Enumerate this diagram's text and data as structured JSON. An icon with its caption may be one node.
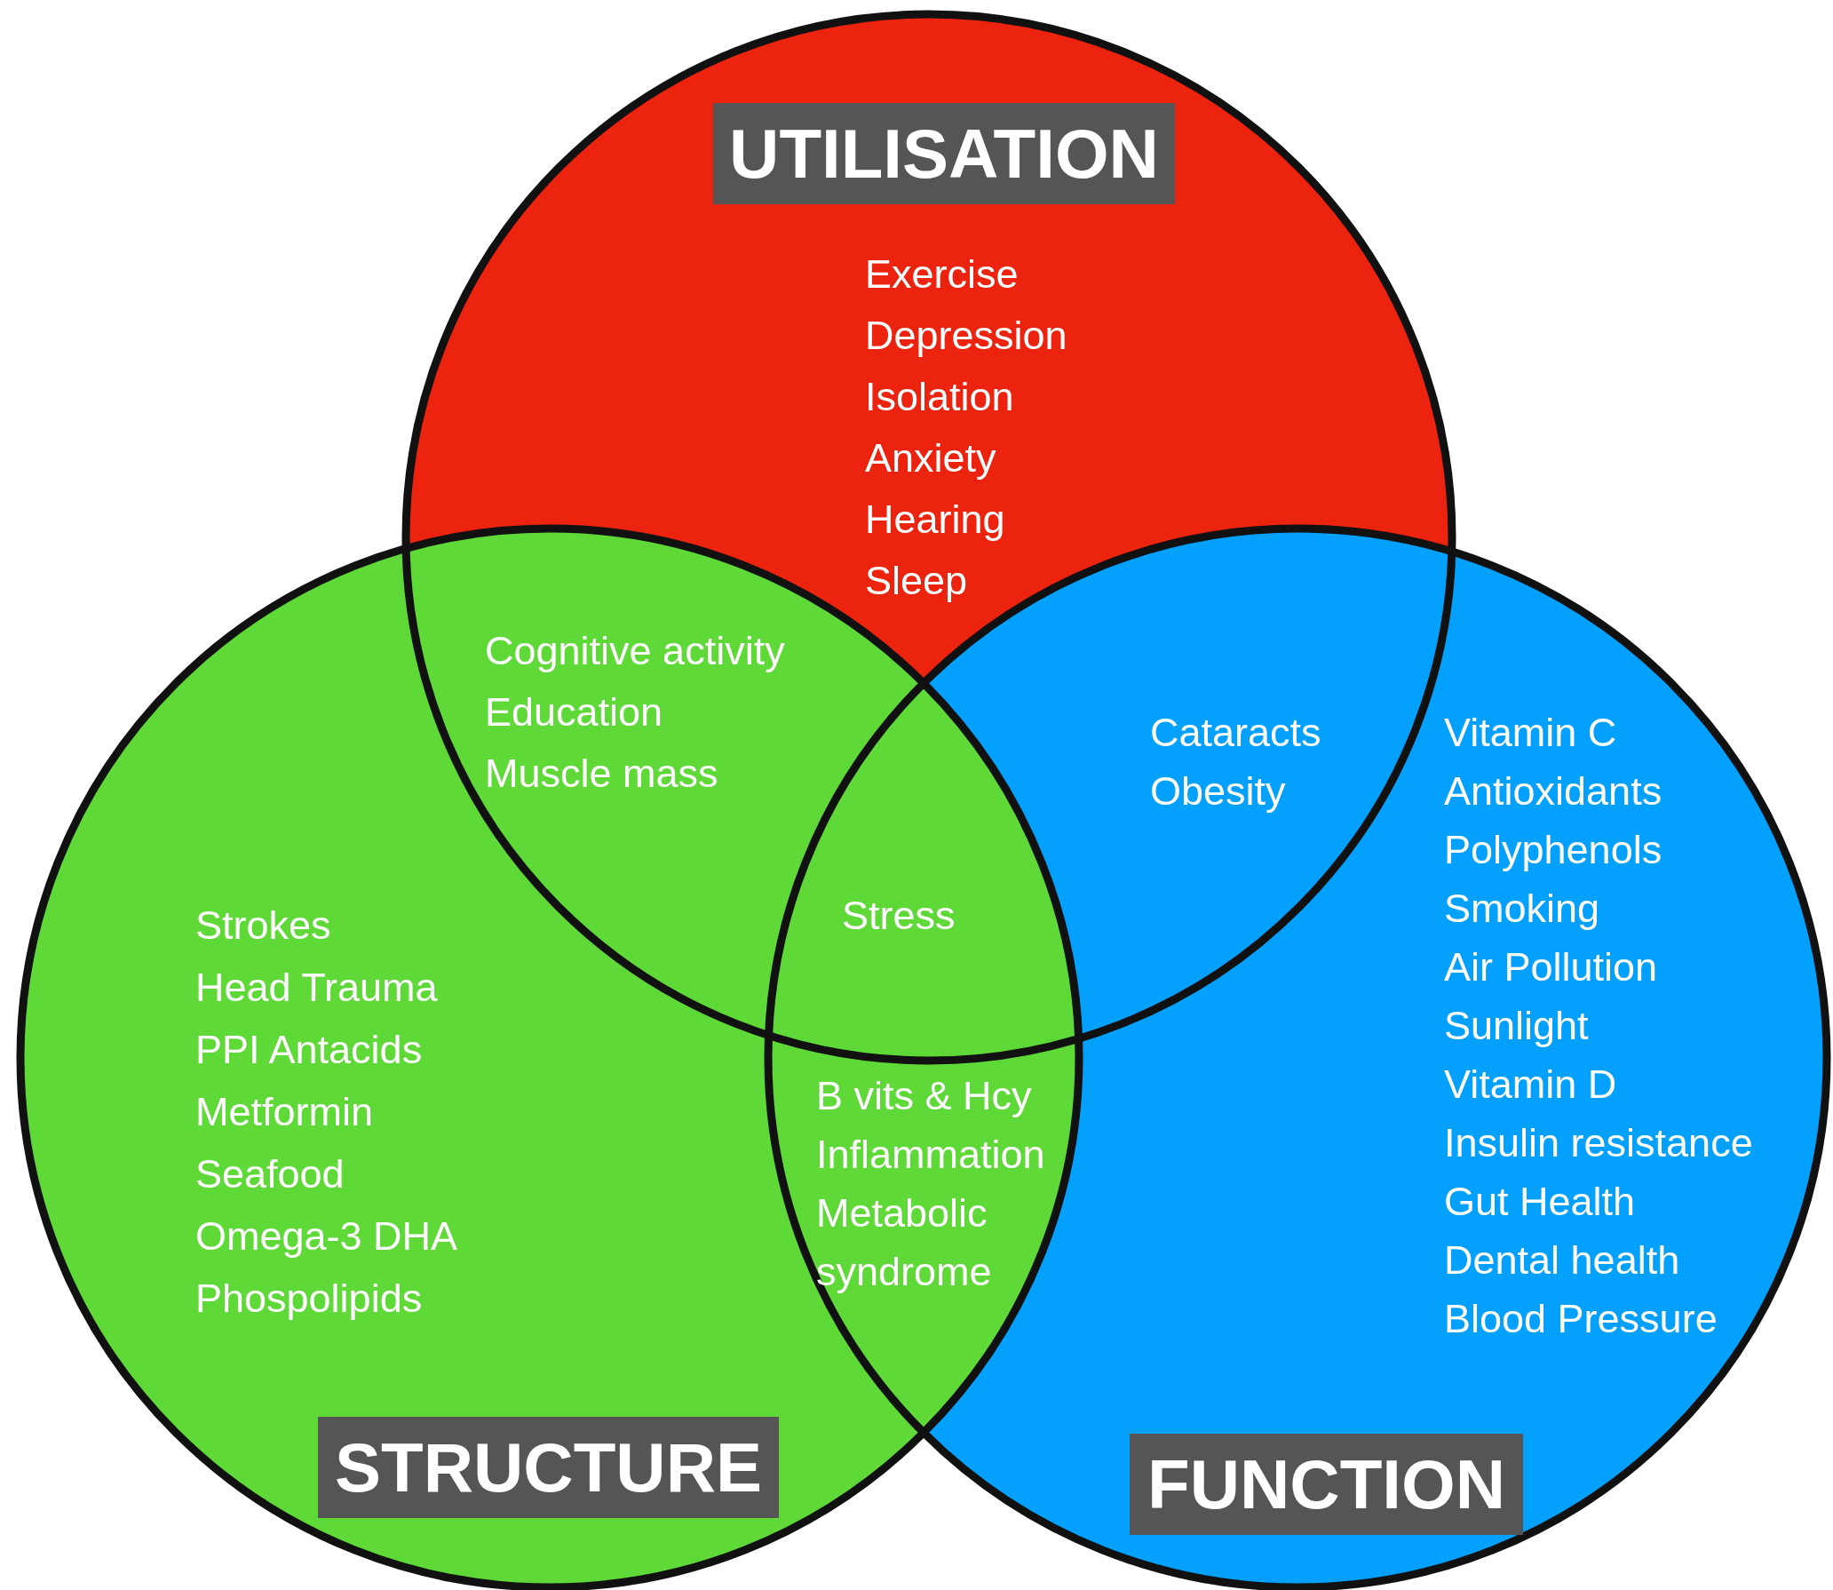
{
  "diagram": {
    "nodes": [
      {
        "text": [
          "UTILISATION",
          "Exercise",
          "Depression",
          "Isolation",
          "Anxiety",
          "Hearing",
          "Sleep"
        ]
      },
      {
        "text": [
          "STRUCTURE",
          "Strokes",
          "Head Trauma",
          "PPI Antacids",
          "Metformin",
          "Seafood",
          "Omega-3 DHA",
          "Phospolipids"
        ]
      },
      {
        "text": [
          "FUNCTION",
          "Vitamin C",
          "Antioxidants",
          "Polyphenols",
          "Smoking",
          "Air Pollution",
          "Sunlight",
          "Vitamin D",
          "Insulin resistance",
          "Gut Health",
          "Dental health",
          "Blood Pressure"
        ]
      }
    ],
    "labels": [
      "Cognitive activity",
      "Education",
      "Muscle mass",
      "Cataracts",
      "Obesity",
      "Stress",
      "B vits & Hcy",
      "Inflammation",
      "Metabolic syndrome"
    ]
  }
}
